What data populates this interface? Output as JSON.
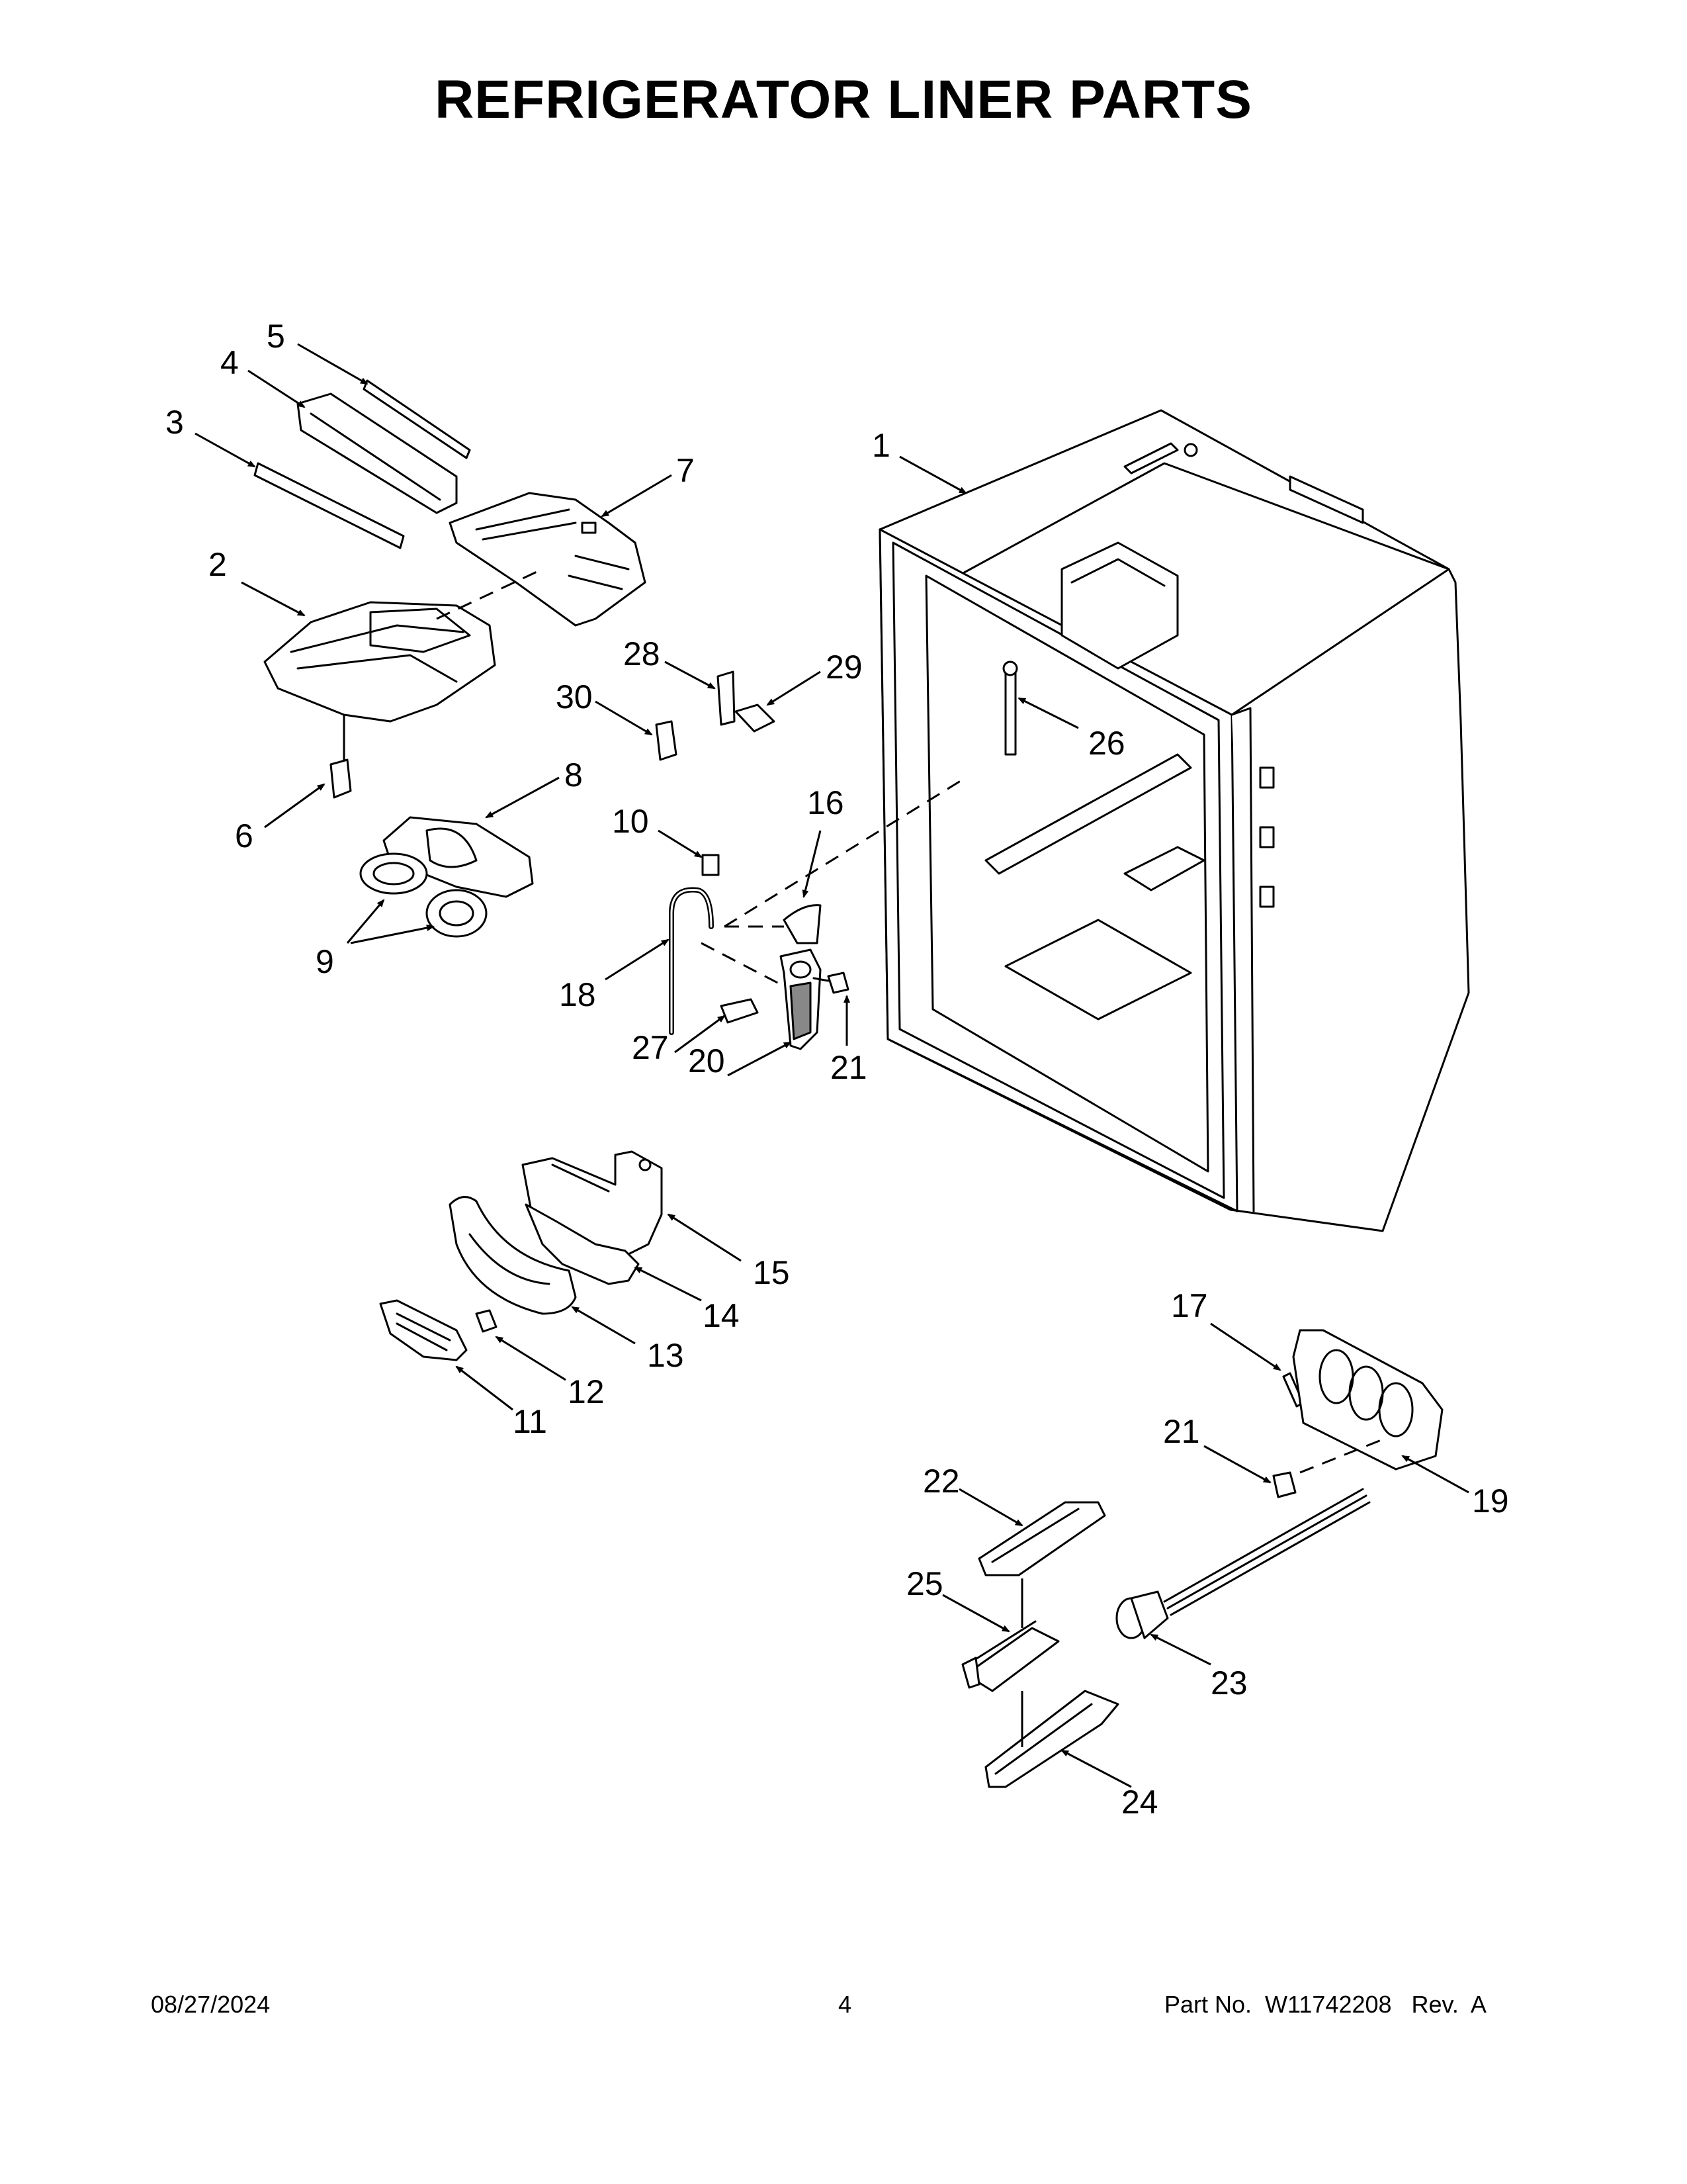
{
  "title": "REFRIGERATOR LINER PARTS",
  "callouts": {
    "c1": "1",
    "c2": "2",
    "c3": "3",
    "c4": "4",
    "c5": "5",
    "c6": "6",
    "c7": "7",
    "c8": "8",
    "c9": "9",
    "c10": "10",
    "c11": "11",
    "c12": "12",
    "c13": "13",
    "c14": "14",
    "c15": "15",
    "c16": "16",
    "c17": "17",
    "c18": "18",
    "c19": "19",
    "c20": "20",
    "c21a": "21",
    "c21b": "21",
    "c22": "22",
    "c23": "23",
    "c24": "24",
    "c25": "25",
    "c26": "26",
    "c27": "27",
    "c28": "28",
    "c29": "29",
    "c30": "30"
  },
  "footer": {
    "date": "08/27/2024",
    "page": "4",
    "part": "Part No.  W11742208   Rev.  A"
  },
  "colors": {
    "line": "#000000",
    "background": "#ffffff"
  }
}
